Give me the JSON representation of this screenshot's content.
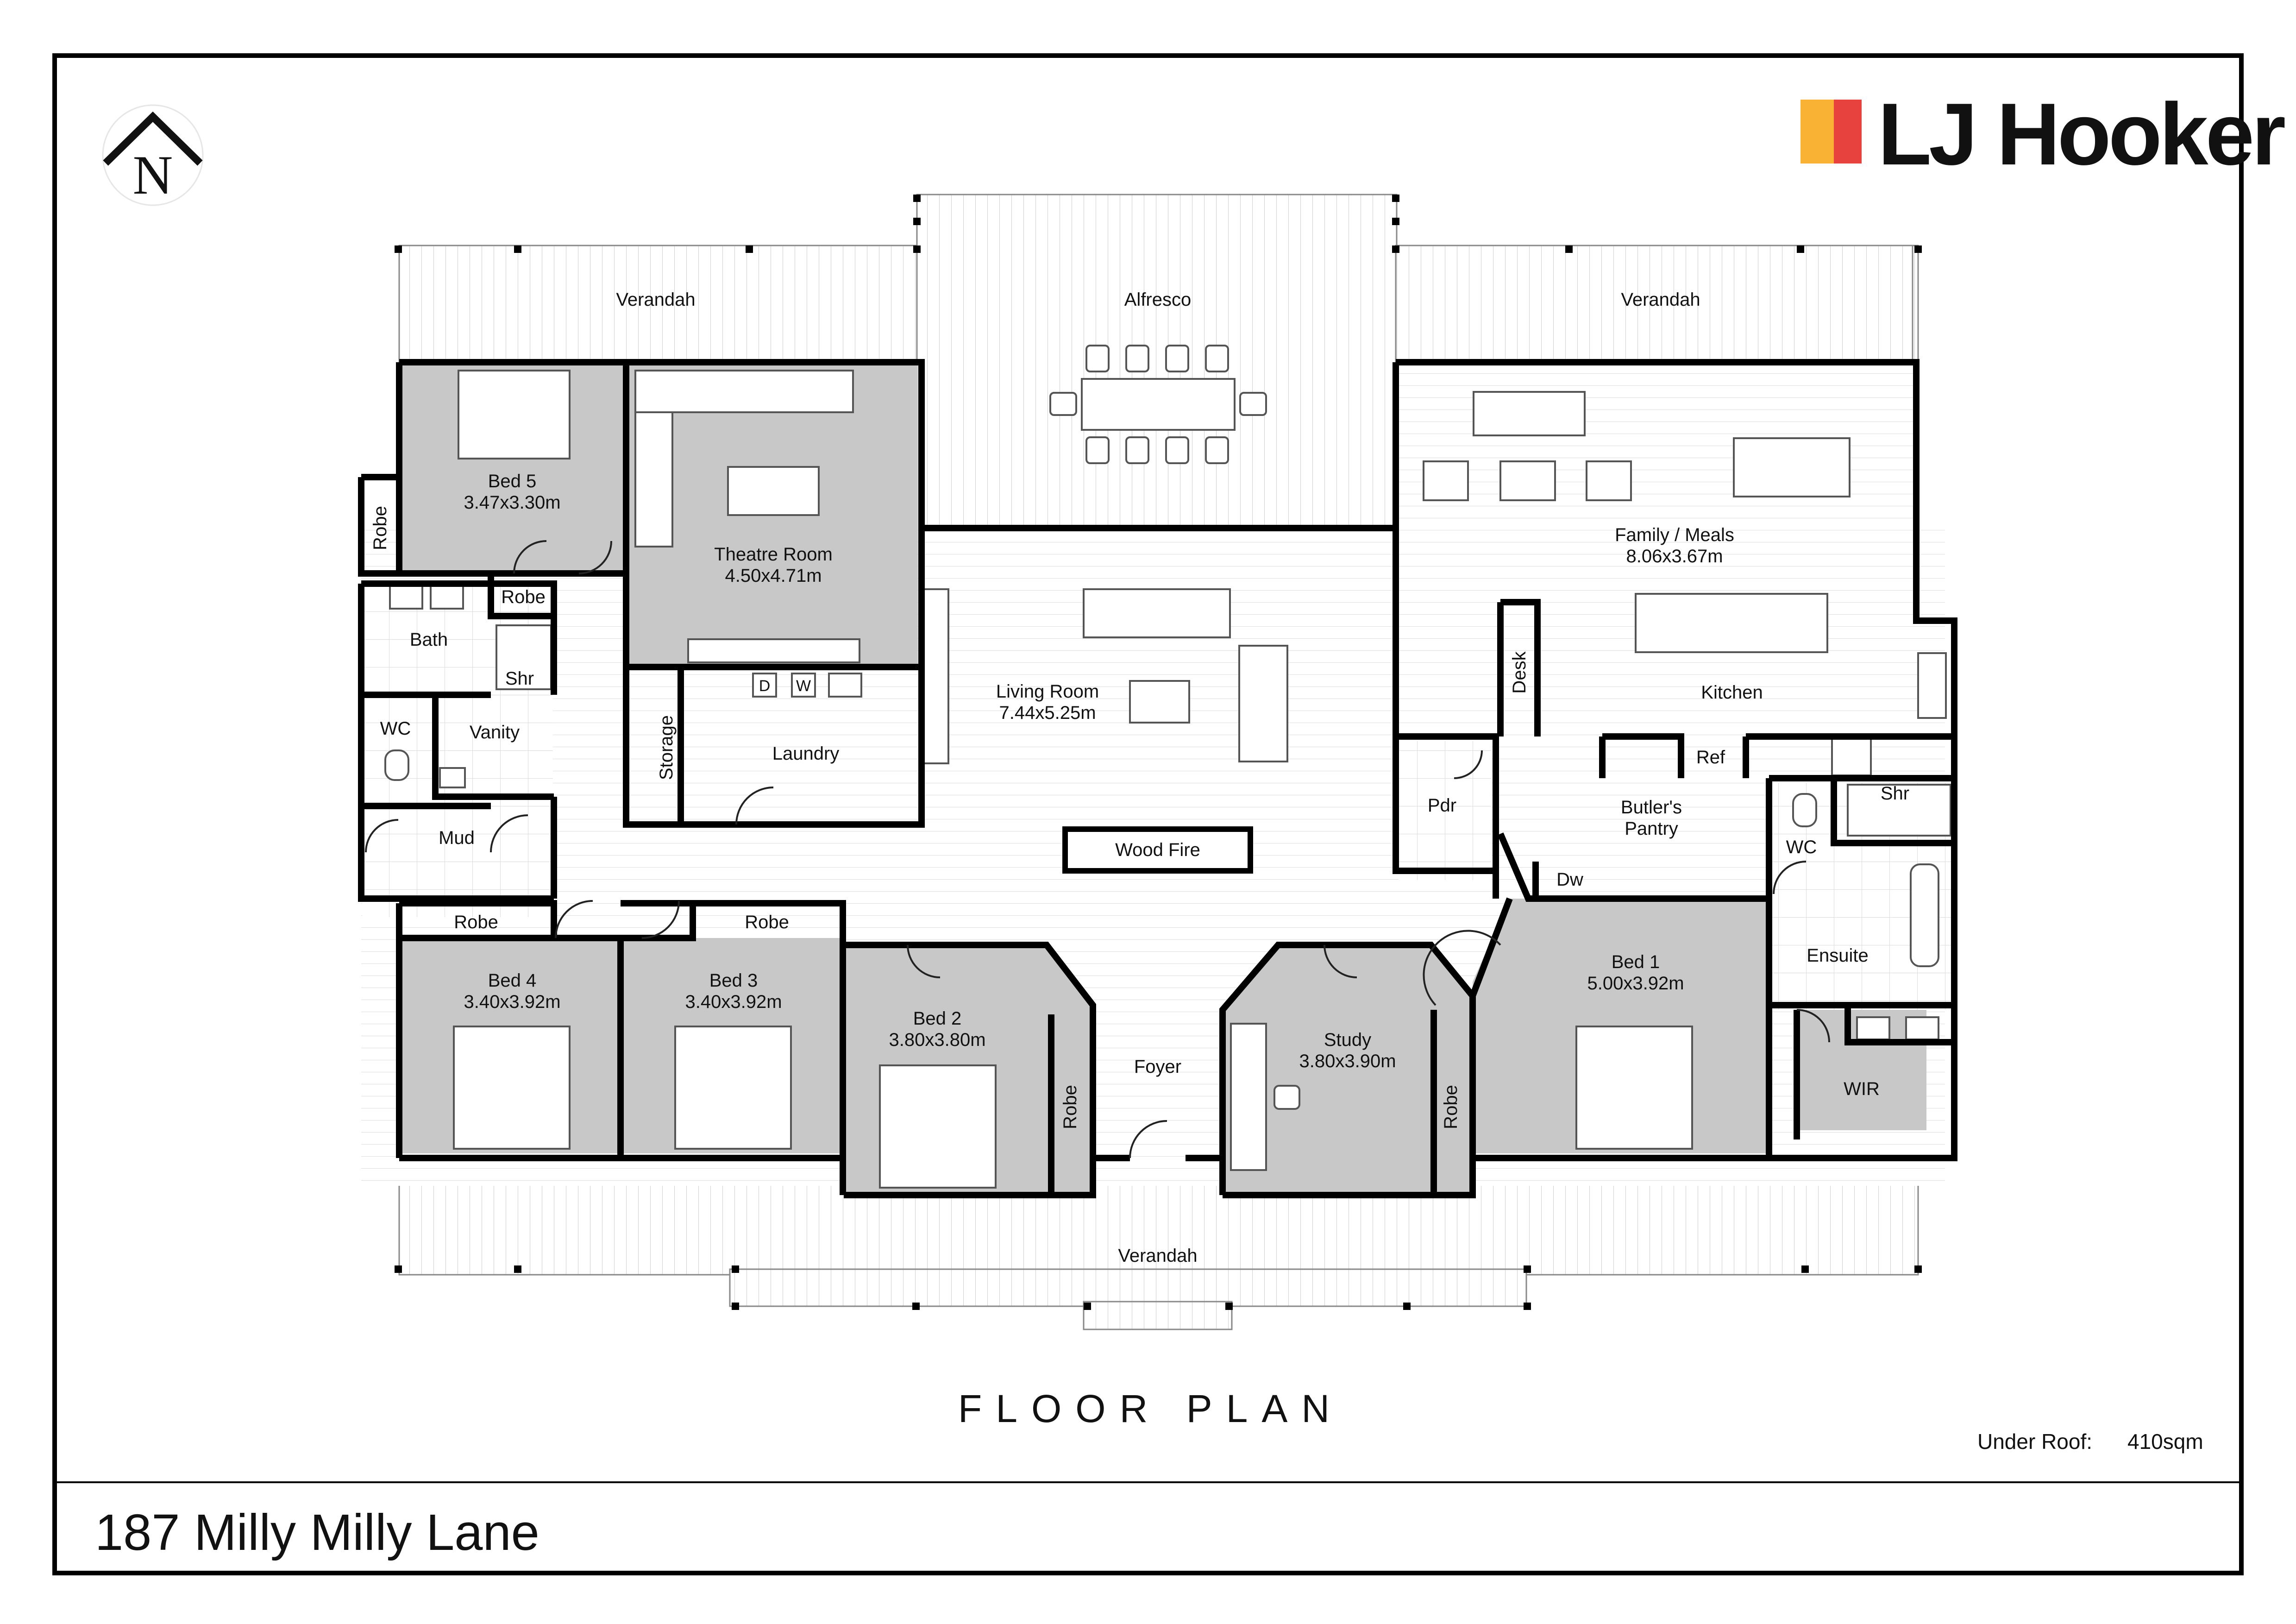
{
  "brand": {
    "name": "LJ Hooker",
    "colors": {
      "yellow": "#F9B233",
      "red": "#E8423F",
      "text": "#111111"
    }
  },
  "compass": {
    "letter": "N"
  },
  "title": "FLOOR PLAN",
  "under_roof": {
    "label": "Under Roof:",
    "value": "410sqm"
  },
  "address": "187 Milly Milly Lane",
  "colors": {
    "room_grey": "#C8C8C8",
    "room_white": "#FFFFFF",
    "wall": "#000000"
  },
  "rooms": {
    "verandah_left": {
      "name": "Verandah"
    },
    "alfresco": {
      "name": "Alfresco"
    },
    "verandah_right": {
      "name": "Verandah"
    },
    "bed5": {
      "name": "Bed 5",
      "size": "3.47x3.30m"
    },
    "robe_bed5": {
      "name": "Robe"
    },
    "theatre": {
      "name": "Theatre Room",
      "size": "4.50x4.71m"
    },
    "robe_bath": {
      "name": "Robe"
    },
    "bath": {
      "name": "Bath"
    },
    "shr_bath": {
      "name": "Shr"
    },
    "wc_left": {
      "name": "WC"
    },
    "vanity": {
      "name": "Vanity"
    },
    "storage": {
      "name": "Storage"
    },
    "laundry": {
      "name": "Laundry"
    },
    "dryer": {
      "name": "D"
    },
    "washer": {
      "name": "W"
    },
    "mud": {
      "name": "Mud"
    },
    "living": {
      "name": "Living Room",
      "size": "7.44x5.25m"
    },
    "wood_fire": {
      "name": "Wood Fire"
    },
    "family": {
      "name": "Family / Meals",
      "size": "8.06x3.67m"
    },
    "desk": {
      "name": "Desk"
    },
    "kitchen": {
      "name": "Kitchen"
    },
    "ref": {
      "name": "Ref"
    },
    "pdr": {
      "name": "Pdr"
    },
    "butlers": {
      "name": "Butler's\nPantry",
      "line1": "Butler's",
      "line2": "Pantry"
    },
    "dw": {
      "name": "Dw"
    },
    "shr_ensuite": {
      "name": "Shr"
    },
    "wc_right": {
      "name": "WC"
    },
    "ensuite": {
      "name": "Ensuite"
    },
    "wir": {
      "name": "WIR"
    },
    "robe_bed4": {
      "name": "Robe"
    },
    "robe_bed3": {
      "name": "Robe"
    },
    "bed4": {
      "name": "Bed 4",
      "size": "3.40x3.92m"
    },
    "bed3": {
      "name": "Bed 3",
      "size": "3.40x3.92m"
    },
    "bed2": {
      "name": "Bed 2",
      "size": "3.80x3.80m"
    },
    "robe_bed2": {
      "name": "Robe"
    },
    "foyer": {
      "name": "Foyer"
    },
    "study": {
      "name": "Study",
      "size": "3.80x3.90m"
    },
    "robe_study": {
      "name": "Robe"
    },
    "bed1": {
      "name": "Bed 1",
      "size": "5.00x3.92m"
    },
    "verandah_front": {
      "name": "Verandah"
    }
  }
}
